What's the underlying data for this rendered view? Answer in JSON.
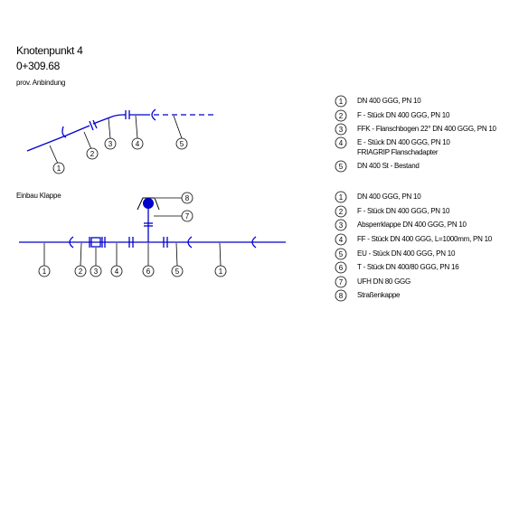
{
  "header": {
    "title": "Knotenpunkt 4",
    "station": "0+309.68",
    "subtitle": "prov. Anbindung"
  },
  "section2": {
    "title": "Einbau Klappe"
  },
  "colors": {
    "pipe": "#0000cc",
    "outline": "#000000"
  },
  "legend1": [
    {
      "num": "1",
      "text": "DN 400 GGG, PN 10"
    },
    {
      "num": "2",
      "text": "F - Stück DN 400 GGG, PN 10"
    },
    {
      "num": "3",
      "text": "FFK - Flanschbogen 22° DN 400 GGG, PN 10"
    },
    {
      "num": "4",
      "text": "E - Stück DN 400 GGG, PN 10",
      "text2": "FRIAGRIP Flanschadapter"
    },
    {
      "num": "5",
      "text": "DN 400 St - Bestand"
    }
  ],
  "legend2": [
    {
      "num": "1",
      "text": "DN 400 GGG, PN 10"
    },
    {
      "num": "2",
      "text": "F - Stück DN 400 GGG, PN 10"
    },
    {
      "num": "3",
      "text": "Absperrklappe DN 400 GGG, PN 10"
    },
    {
      "num": "4",
      "text": "FF - Stück DN 400 GGG, L=1000mm, PN 10"
    },
    {
      "num": "5",
      "text": "EU - Stück DN 400 GGG, PN 10"
    },
    {
      "num": "6",
      "text": "T - Stück DN 400/80 GGG, PN 16"
    },
    {
      "num": "7",
      "text": "UFH DN 80 GGG"
    },
    {
      "num": "8",
      "text": "Straßenkappe"
    }
  ],
  "diagram1": {
    "labels": [
      "1",
      "2",
      "3",
      "4",
      "5"
    ]
  },
  "diagram2": {
    "labels": [
      "1",
      "2",
      "3",
      "4",
      "6",
      "5",
      "1",
      "7",
      "8"
    ]
  }
}
